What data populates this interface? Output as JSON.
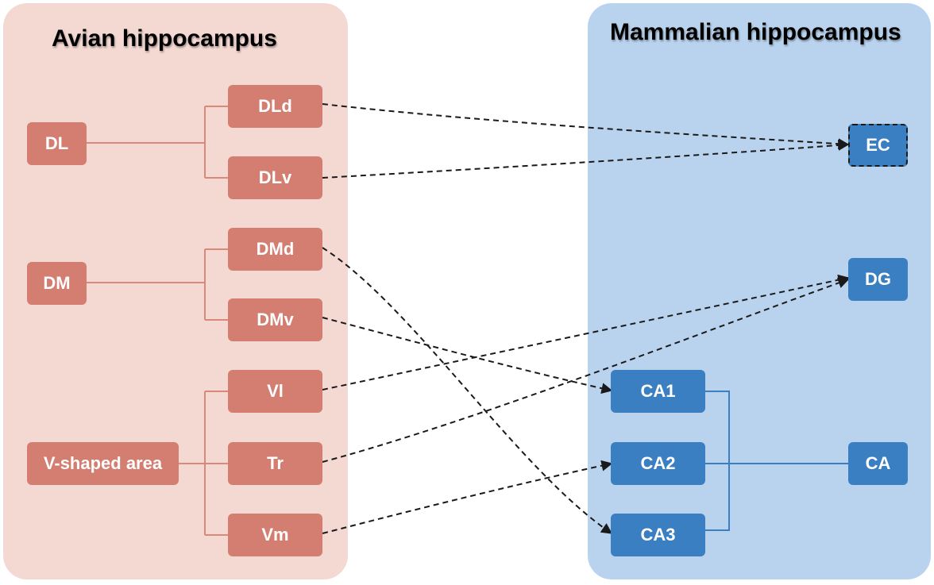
{
  "panels": {
    "avian": {
      "title": "Avian hippocampus",
      "color": "#f4d9d3"
    },
    "mammalian": {
      "title": "Mammalian hippocampus",
      "color": "#b9d3ee"
    }
  },
  "avian_nodes": {
    "dl": "DL",
    "dld": "DLd",
    "dlv": "DLv",
    "dm": "DM",
    "dmd": "DMd",
    "dmv": "DMv",
    "vshaped": "V-shaped area",
    "vl": "Vl",
    "tr": "Tr",
    "vm": "Vm"
  },
  "mammalian_nodes": {
    "ec": "EC",
    "dg": "DG",
    "ca1": "CA1",
    "ca2": "CA2",
    "ca3": "CA3",
    "ca": "CA"
  },
  "colors": {
    "avian_box": "#d37e70",
    "mammal_box": "#3a7fc1",
    "arrow": "#1a1a1a"
  },
  "correspondences": [
    {
      "from": "DLd",
      "to": "EC"
    },
    {
      "from": "DLv",
      "to": "EC"
    },
    {
      "from": "DMd",
      "to": "CA3"
    },
    {
      "from": "DMv",
      "to": "CA1"
    },
    {
      "from": "Vl",
      "to": "DG"
    },
    {
      "from": "Tr",
      "to": "DG"
    },
    {
      "from": "Vm",
      "to": "CA2"
    }
  ]
}
